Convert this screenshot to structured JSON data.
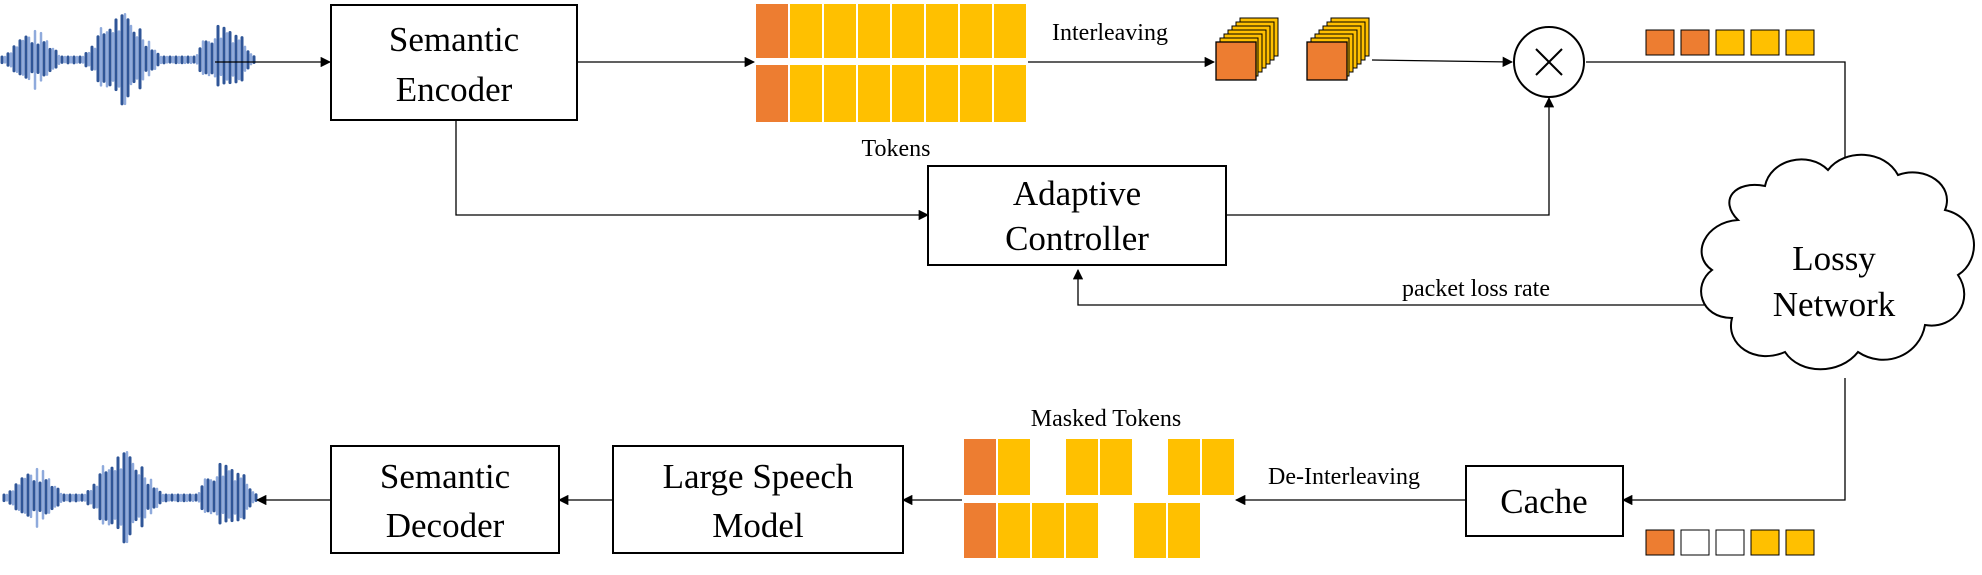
{
  "blocks": {
    "semantic_encoder": [
      "Semantic",
      "Encoder"
    ],
    "adaptive_controller": [
      "Adaptive",
      "Controller"
    ],
    "lossy_network": [
      "Lossy",
      "Network"
    ],
    "cache": "Cache",
    "large_speech_model": [
      "Large Speech",
      "Model"
    ],
    "semantic_decoder": [
      "Semantic",
      "Decoder"
    ]
  },
  "labels": {
    "interleaving": "Interleaving",
    "tokens": "Tokens",
    "packet_loss_rate": "packet loss rate",
    "masked_tokens": "Masked Tokens",
    "de_interleaving": "De-Interleaving",
    "multiply_symbol": "×"
  },
  "colors": {
    "token_orange": "#ED7D31",
    "token_yellow": "#FFC000",
    "waveform": "#2F5597"
  },
  "icons": {
    "input_waveform": "speech-waveform",
    "output_waveform": "speech-waveform",
    "multiply": "multiply-circle",
    "network": "cloud"
  }
}
